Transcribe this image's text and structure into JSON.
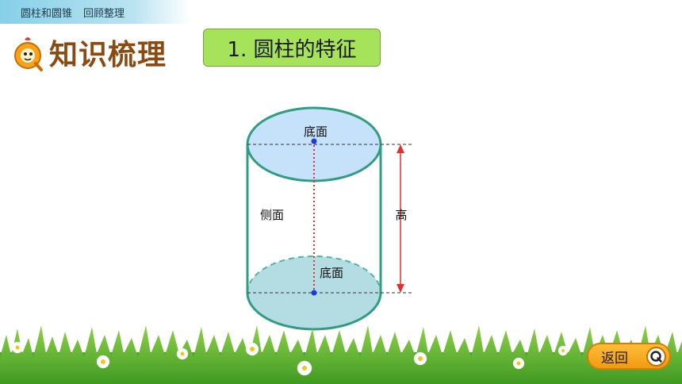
{
  "header": {
    "chapter": "圆柱和圆锥",
    "lesson": "回顾整理"
  },
  "section_title": "知识梳理",
  "topic": "1. 圆柱的特征",
  "diagram": {
    "top_base_label": "底面",
    "bottom_base_label": "底面",
    "side_label": "侧面",
    "height_label": "高",
    "colors": {
      "outline": "#2f9e80",
      "top_fill": "#c5e2fa",
      "bottom_fill": "#b3dce3",
      "axis": "#e23030",
      "center_dot": "#1a3ce0",
      "dashed": "#333333"
    }
  },
  "back_button": {
    "label": "返回",
    "icon": "q-logo-icon"
  }
}
